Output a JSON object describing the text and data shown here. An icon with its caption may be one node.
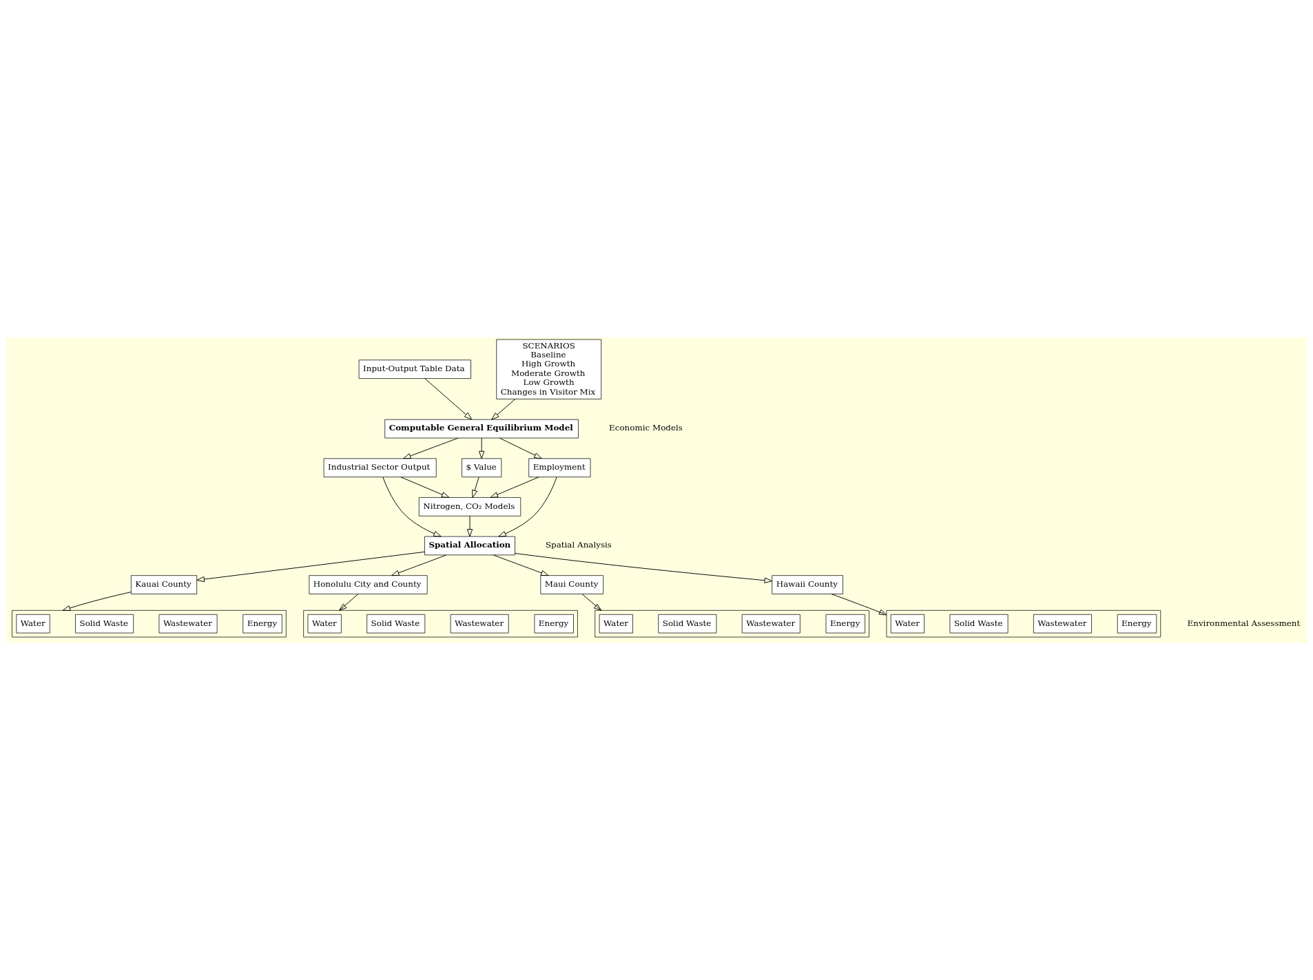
{
  "diagram": {
    "nodes": [
      {
        "text": [
          "Input-Output Table Data"
        ]
      },
      {
        "text": [
          "SCENARIOS",
          "Baseline",
          "High Growth",
          "Moderate Growth",
          "Low Growth",
          "Changes in Visitor Mix"
        ]
      },
      {
        "text": [
          "Computable General Equilibrium Model"
        ]
      },
      {
        "text": [
          "Industrial Sector Output"
        ]
      },
      {
        "text": [
          "$ Value"
        ]
      },
      {
        "text": [
          "Employment"
        ]
      },
      {
        "text": [
          "Nitrogen, CO₂ Models"
        ]
      },
      {
        "text": [
          "Spatial Allocation"
        ]
      },
      {
        "text": [
          "Kauai County"
        ]
      },
      {
        "text": [
          "Honolulu City and County"
        ]
      },
      {
        "text": [
          "Maui County"
        ]
      },
      {
        "text": [
          "Hawaii County"
        ]
      },
      {
        "text": [],
        "shape": "box"
      },
      {
        "text": [
          "Water"
        ],
        "in": 12
      },
      {
        "text": [
          "Solid Waste"
        ],
        "in": 12
      },
      {
        "text": [
          "Wastewater"
        ],
        "in": 12
      },
      {
        "text": [
          "Energy"
        ],
        "in": 12
      },
      {
        "text": [],
        "shape": "box"
      },
      {
        "text": [
          "Water"
        ],
        "in": 17
      },
      {
        "text": [
          "Solid Waste"
        ],
        "in": 17
      },
      {
        "text": [
          "Wastewater"
        ],
        "in": 17
      },
      {
        "text": [
          "Energy"
        ],
        "in": 17
      },
      {
        "text": [],
        "shape": "box"
      },
      {
        "text": [
          "Water"
        ],
        "in": 22
      },
      {
        "text": [
          "Solid Waste"
        ],
        "in": 22
      },
      {
        "text": [
          "Wastewater"
        ],
        "in": 22
      },
      {
        "text": [
          "Energy"
        ],
        "in": 22
      },
      {
        "text": [],
        "shape": "box"
      },
      {
        "text": [
          "Water"
        ],
        "in": 27
      },
      {
        "text": [
          "Solid Waste"
        ],
        "in": 27
      },
      {
        "text": [
          "Wastewater"
        ],
        "in": 27
      },
      {
        "text": [
          "Energy"
        ],
        "in": 27
      }
    ],
    "edges": [
      {
        "from": 0,
        "to": 2,
        "arrow": "to"
      },
      {
        "from": 1,
        "to": 2,
        "arrow": "to"
      },
      {
        "from": 2,
        "to": 3,
        "arrow": "to"
      },
      {
        "from": 2,
        "to": 4,
        "arrow": "to"
      },
      {
        "from": 2,
        "to": 5,
        "arrow": "to"
      },
      {
        "from": 3,
        "to": 6,
        "arrow": "to"
      },
      {
        "from": 4,
        "to": 6,
        "arrow": "to"
      },
      {
        "from": 5,
        "to": 6,
        "arrow": "to"
      },
      {
        "from": 3,
        "to": 7,
        "arrow": "to"
      },
      {
        "from": 6,
        "to": 7,
        "arrow": "to"
      },
      {
        "from": 5,
        "to": 7,
        "arrow": "to"
      },
      {
        "from": 7,
        "to": 8,
        "arrow": "to"
      },
      {
        "from": 7,
        "to": 9,
        "arrow": "to"
      },
      {
        "from": 7,
        "to": 10,
        "arrow": "to"
      },
      {
        "from": 7,
        "to": 11,
        "arrow": "to"
      },
      {
        "from": 8,
        "to": 12,
        "arrow": "to"
      },
      {
        "from": 9,
        "to": 17,
        "arrow": "to"
      },
      {
        "from": 10,
        "to": 22,
        "arrow": "to"
      },
      {
        "from": 11,
        "to": 27,
        "arrow": "to"
      }
    ],
    "labels": [
      "Economic Models",
      "Spatial Analysis",
      "Environmental Assessment"
    ]
  }
}
